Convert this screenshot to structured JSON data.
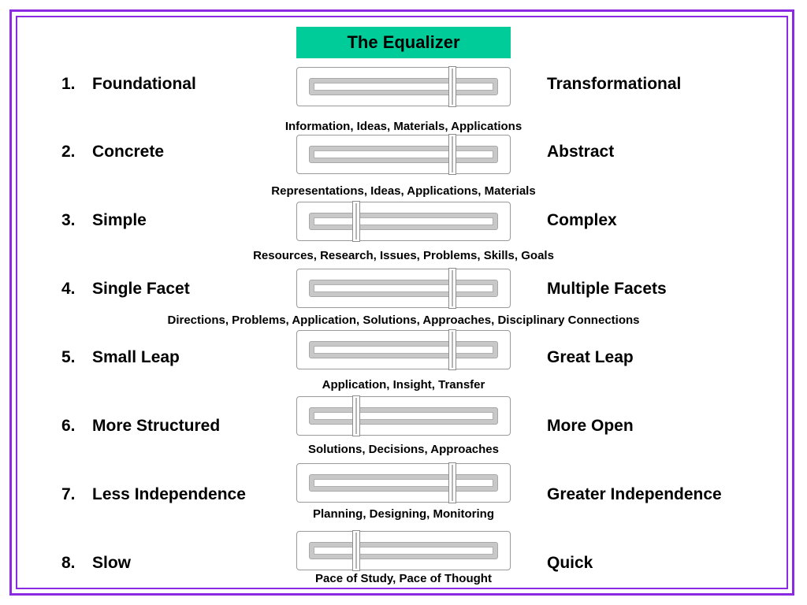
{
  "title": "The Equalizer",
  "rows": [
    {
      "num": "1.",
      "left": "Foundational",
      "right": "Transformational",
      "desc": "Information, Ideas, Materials, Applications",
      "level": 0.8
    },
    {
      "num": "2.",
      "left": "Concrete",
      "right": "Abstract",
      "desc": "Representations, Ideas, Applications, Materials",
      "level": 0.8
    },
    {
      "num": "3.",
      "left": "Simple",
      "right": "Complex",
      "desc": "Resources, Research, Issues, Problems, Skills, Goals",
      "level": 0.2
    },
    {
      "num": "4.",
      "left": "Single Facet",
      "right": "Multiple Facets",
      "desc": "Directions, Problems, Application, Solutions, Approaches, Disciplinary Connections",
      "level": 0.8
    },
    {
      "num": "5.",
      "left": "Small Leap",
      "right": "Great Leap",
      "desc": "Application, Insight, Transfer",
      "level": 0.8
    },
    {
      "num": "6.",
      "left": "More Structured",
      "right": "More Open",
      "desc": "Solutions, Decisions, Approaches",
      "level": 0.2
    },
    {
      "num": "7.",
      "left": "Less Independence",
      "right": "Greater Independence",
      "desc": "Planning, Designing, Monitoring",
      "level": 0.8
    },
    {
      "num": "8.",
      "left": "Slow",
      "right": "Quick",
      "desc": "Pace of Study, Pace of Thought",
      "level": 0.2
    }
  ],
  "colors": {
    "title_bg": "#00cc99",
    "border": "#8a2be2"
  }
}
